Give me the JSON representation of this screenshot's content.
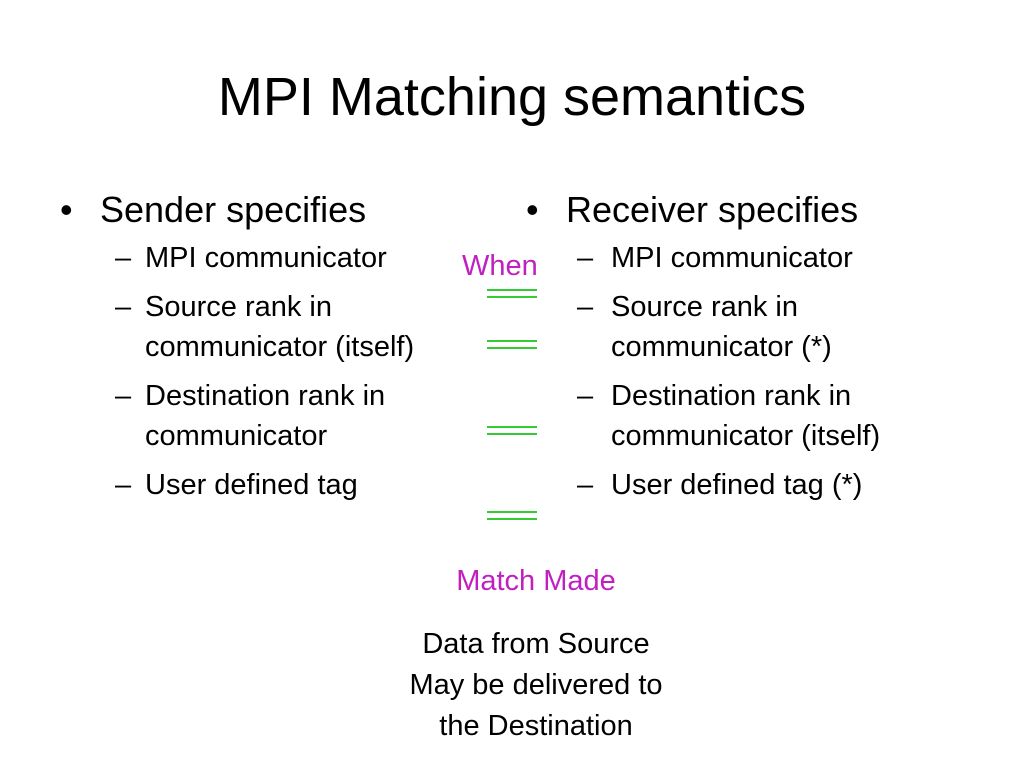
{
  "slide": {
    "title": "MPI Matching semantics",
    "left": {
      "bullet": "Sender specifies",
      "items": [
        [
          "MPI communicator"
        ],
        [
          "Source rank in",
          "communicator (itself)"
        ],
        [
          "Destination rank in",
          "communicator"
        ],
        [
          "User defined tag"
        ]
      ]
    },
    "right": {
      "bullet": "Receiver specifies",
      "items": [
        [
          "MPI communicator"
        ],
        [
          "Source rank in",
          "communicator (*)"
        ],
        [
          "Destination rank in",
          "communicator (itself)"
        ],
        [
          "User defined tag (*)"
        ]
      ]
    },
    "when_label": "When",
    "match_label": "Match Made",
    "note_lines": [
      "Data from Source",
      "May be delivered to",
      "the Destination"
    ],
    "bullet_glyph": "•",
    "dash_glyph": "–"
  },
  "colors": {
    "accent": "#c020c0",
    "equals": "#33cc33"
  }
}
